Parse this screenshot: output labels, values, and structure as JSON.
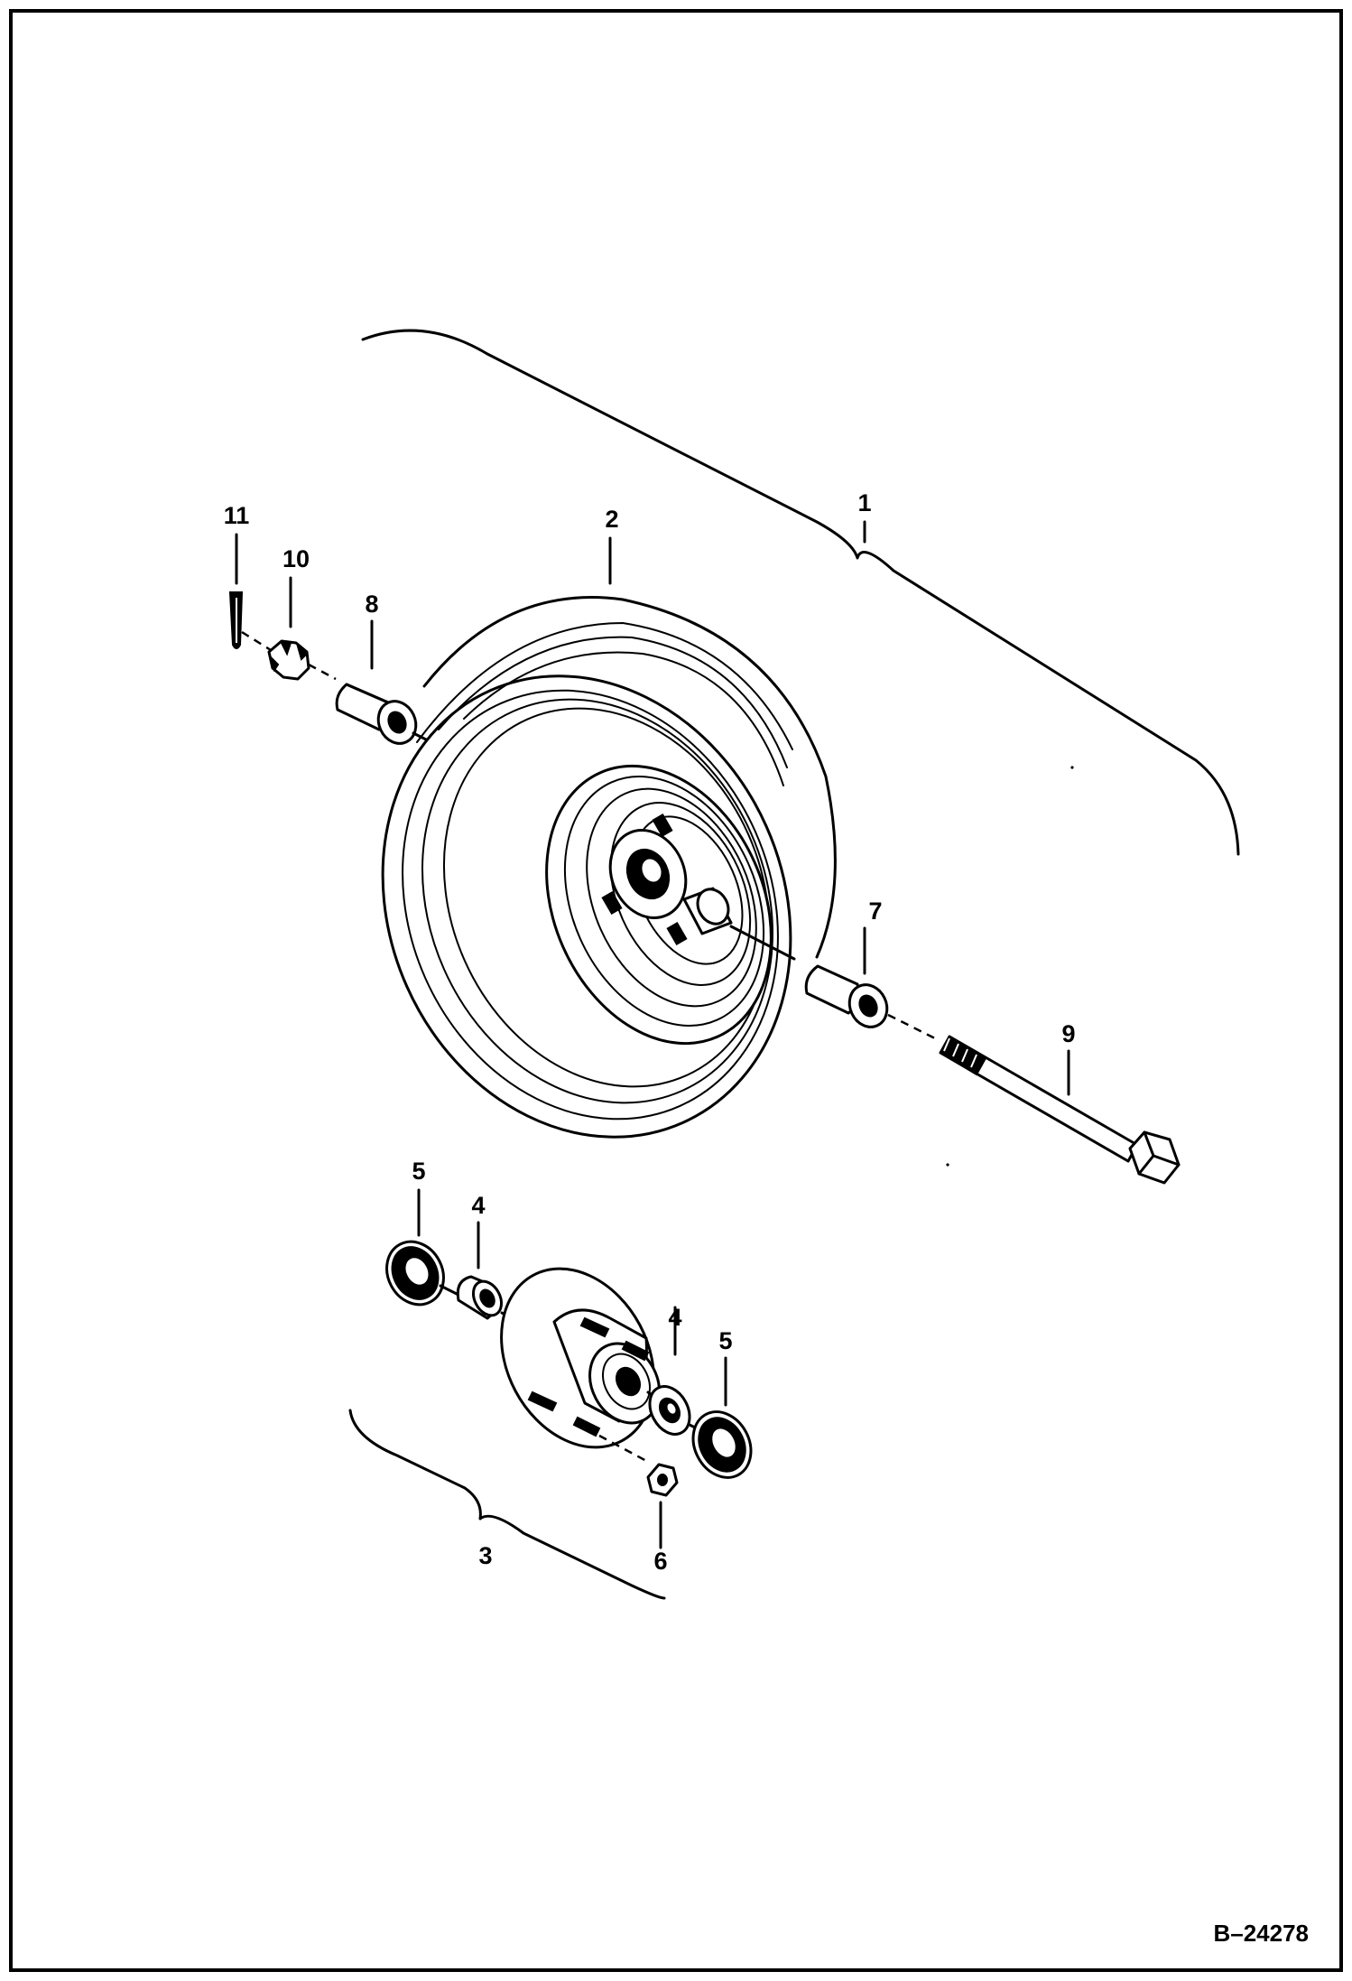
{
  "callouts": {
    "c1": "1",
    "c2": "2",
    "c3": "3",
    "c4a": "4",
    "c4b": "4",
    "c5a": "5",
    "c5b": "5",
    "c6": "6",
    "c7": "7",
    "c8": "8",
    "c9": "9",
    "c10": "10",
    "c11": "11"
  },
  "reference_code": "B–24278"
}
